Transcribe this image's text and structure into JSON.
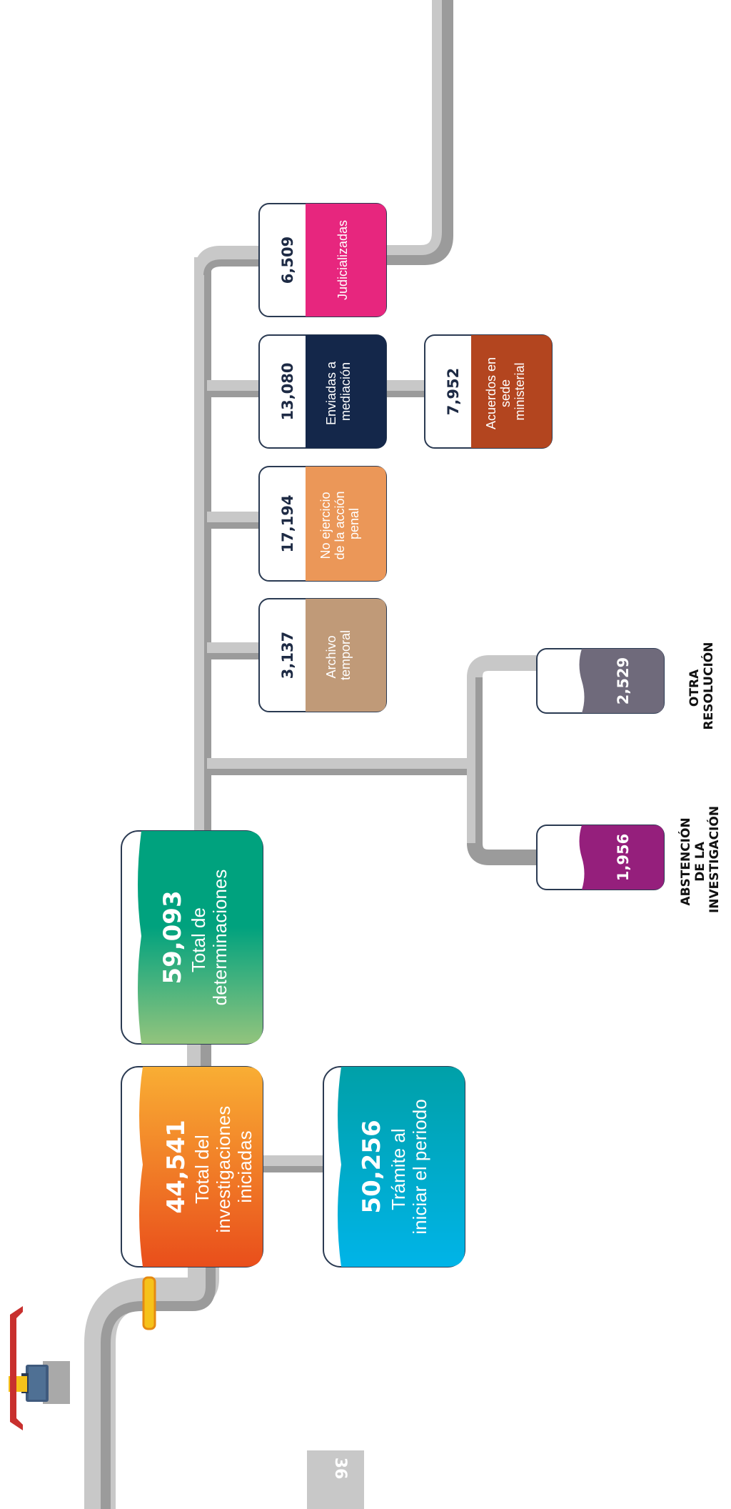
{
  "page": {
    "number": "36"
  },
  "colors": {
    "pipe_light": "#c8c8c8",
    "pipe_dark": "#9b9b9b",
    "outline": "#2a3a52",
    "val_text": "#1d2a44",
    "valve_red": "#c8302e",
    "coupler_yellow": "#f6c21a",
    "coupler_edge": "#e58a12"
  },
  "main": {
    "iniciadas": {
      "value": "44,541",
      "label_lines": [
        "Total del",
        "investigaciones",
        "iniciadas"
      ],
      "grad_top": "#e94e1b",
      "grad_bottom": "#f9ae34"
    },
    "tramite": {
      "value": "50,256",
      "label_lines": [
        "Trámite al",
        "iniciar el periodo"
      ],
      "grad_top": "#00b4e8",
      "grad_bottom": "#00a0a8"
    },
    "determinaciones": {
      "value": "59,093",
      "label_lines": [
        "Total de",
        "determinaciones"
      ],
      "grad_top": "#93c47d",
      "grad_bottom": "#00a27e"
    }
  },
  "branches": [
    {
      "key": "archivo",
      "value": "3,137",
      "label_lines": [
        "Archivo",
        "temporal"
      ],
      "color": "#c09a78"
    },
    {
      "key": "no_ejercicio",
      "value": "17,194",
      "label_lines": [
        "No ejercicio",
        "de la acción",
        "penal"
      ],
      "color": "#eb9758"
    },
    {
      "key": "mediacion",
      "value": "13,080",
      "label_lines": [
        "Enviadas a",
        "mediación"
      ],
      "color": "#14274a"
    },
    {
      "key": "judicializadas",
      "value": "6,509",
      "label_lines": [
        "Judicializadas"
      ],
      "color": "#e7267e"
    }
  ],
  "acuerdos": {
    "value": "7,952",
    "label_lines": [
      "Acuerdos en",
      "sede",
      "ministerial"
    ],
    "color": "#b3451f"
  },
  "tanks": [
    {
      "key": "abstencion",
      "value": "1,956",
      "caption_lines": [
        "ABSTENCIÓN",
        "DE LA",
        "INVESTIGACIÓN"
      ],
      "color": "#951f7c"
    },
    {
      "key": "otra",
      "value": "2,529",
      "caption_lines": [
        "OTRA",
        "RESOLUCIÓN"
      ],
      "color": "#6f6a7b"
    }
  ]
}
